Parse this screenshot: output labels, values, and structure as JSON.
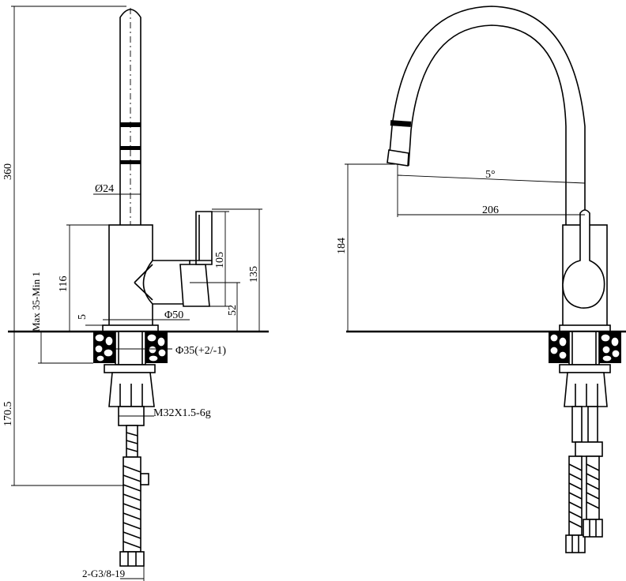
{
  "dimensions": {
    "height_total": "360",
    "spout_diameter": "Ø24",
    "body_height": "116",
    "handle_height": "105",
    "lever_height": "135",
    "lever_offset": "52",
    "base_diameter": "Φ50",
    "gap": "5",
    "deck_thickness": "Max 35-Min 1",
    "hole_diameter": "Φ35(+2/-1)",
    "below_deck": "170.5",
    "thread": "M32X1.5-6g",
    "hose_connector": "2-G3/8-19",
    "spout_angle": "5°",
    "spout_reach": "206",
    "spout_height": "184"
  }
}
